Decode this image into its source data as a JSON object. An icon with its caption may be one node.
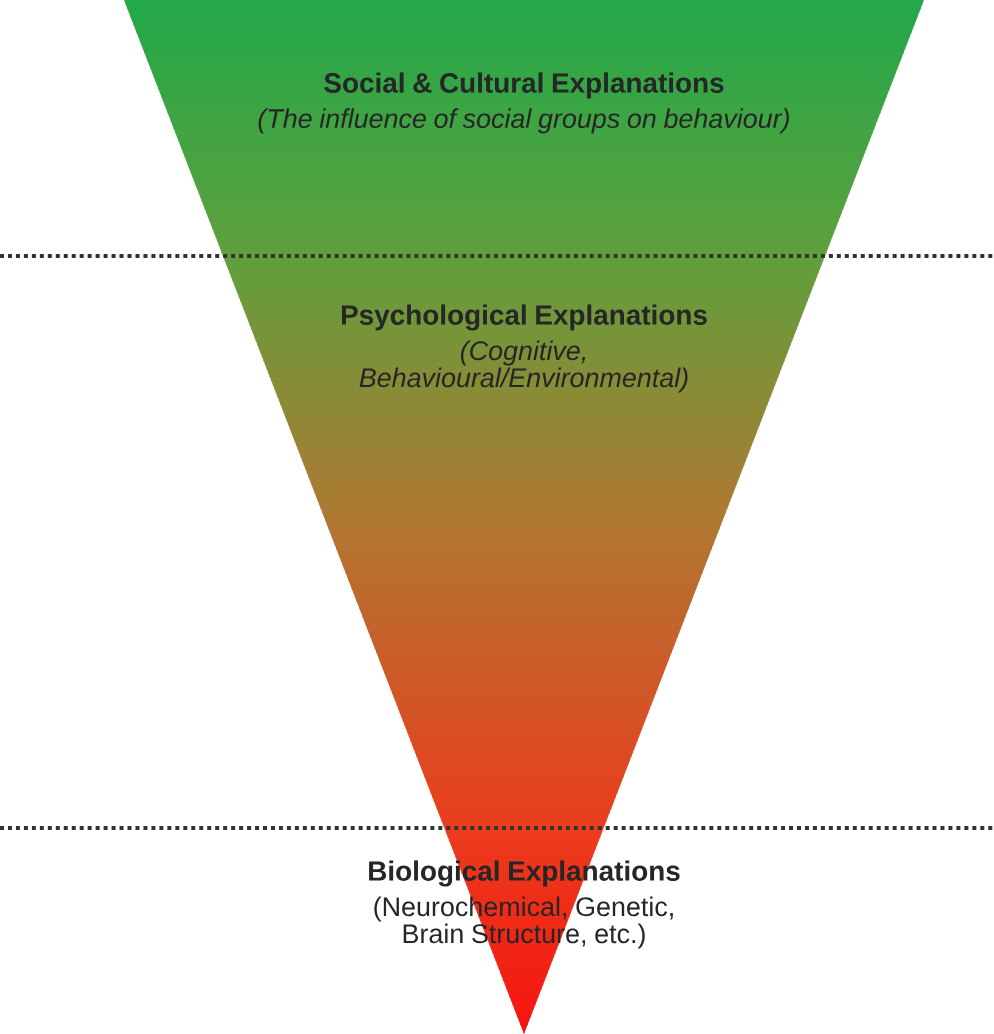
{
  "diagram": {
    "nodes": [
      {
        "text": [
          "Social & Cultural Explanations",
          "(The influence of social groups on behaviour)"
        ]
      },
      {
        "text": [
          "Psychological Explanations",
          "(Cognitive, Behavioural/Environmental)"
        ]
      },
      {
        "text": [
          "Biological Explanations",
          "(Neurochemical, Genetic, Brain Structure, etc.)"
        ]
      }
    ]
  }
}
